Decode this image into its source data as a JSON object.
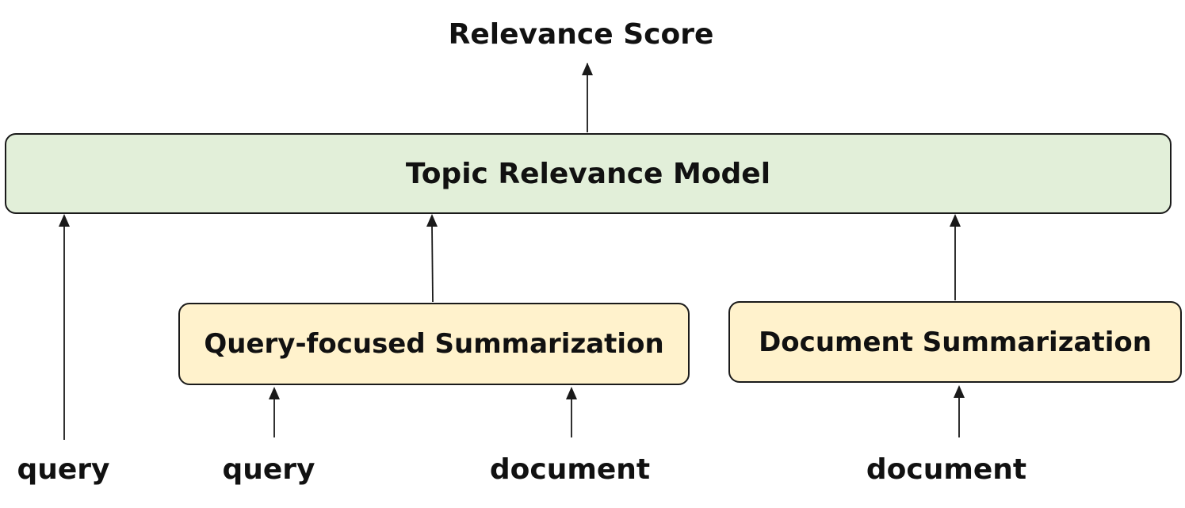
{
  "output": {
    "label": "Relevance Score"
  },
  "boxes": {
    "model": "Topic Relevance Model",
    "query_focused": "Query-focused Summarization",
    "document_summarization": "Document Summarization"
  },
  "inputs": {
    "query_direct": "query",
    "query_to_qfs": "query",
    "document_to_qfs": "document",
    "document_to_docsum": "document"
  },
  "colors": {
    "model_fill": "#e2efd9",
    "summary_fill": "#fff2cc",
    "stroke": "#1a1a1a"
  }
}
